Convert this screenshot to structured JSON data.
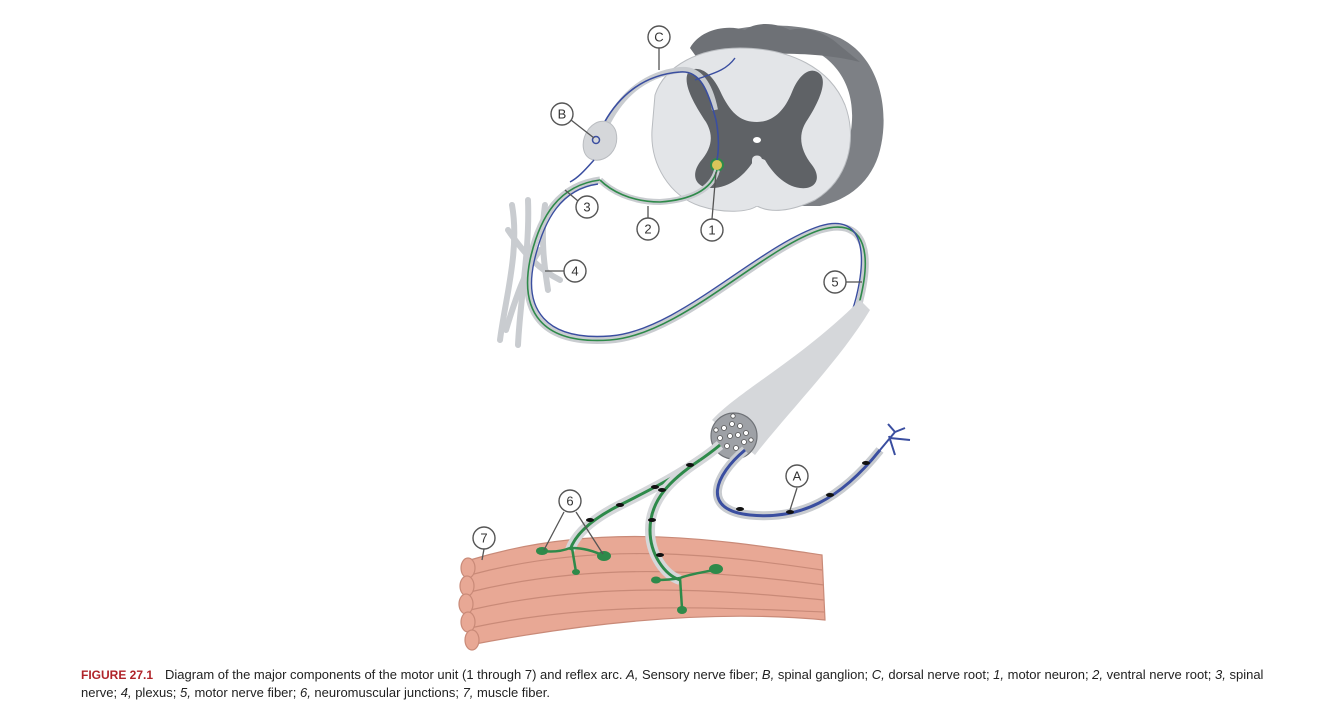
{
  "figure": {
    "label": "FIGURE 27.1",
    "caption_parts": [
      {
        "text": "Diagram of the major components of the motor unit (1 through 7) and reflex arc. ",
        "italic": false
      },
      {
        "text": "A,",
        "italic": true
      },
      {
        "text": " Sensory nerve fiber; ",
        "italic": false
      },
      {
        "text": "B,",
        "italic": true
      },
      {
        "text": " spinal ganglion; ",
        "italic": false
      },
      {
        "text": "C,",
        "italic": true
      },
      {
        "text": " dorsal nerve root; ",
        "italic": false
      },
      {
        "text": "1,",
        "italic": true
      },
      {
        "text": " motor neuron; ",
        "italic": false
      },
      {
        "text": "2,",
        "italic": true
      },
      {
        "text": " ventral nerve root; ",
        "italic": false
      },
      {
        "text": "3,",
        "italic": true
      },
      {
        "text": " spinal nerve; ",
        "italic": false
      },
      {
        "text": "4,",
        "italic": true
      },
      {
        "text": " plexus; ",
        "italic": false
      },
      {
        "text": "5,",
        "italic": true
      },
      {
        "text": " motor nerve fiber; ",
        "italic": false
      },
      {
        "text": "6,",
        "italic": true
      },
      {
        "text": " neuromuscular junctions; ",
        "italic": false
      },
      {
        "text": "7,",
        "italic": true
      },
      {
        "text": " muscle fiber.",
        "italic": false
      }
    ]
  },
  "callouts": {
    "a": "A",
    "b": "B",
    "c": "C",
    "n1": "1",
    "n2": "2",
    "n3": "3",
    "n4": "4",
    "n5": "5",
    "n6": "6",
    "n7": "7"
  },
  "colors": {
    "white_matter": "#8a8d91",
    "gray_matter": "#5f6266",
    "cord_light": "#e3e5e8",
    "motor_fiber": "#2e8a4a",
    "sensory_fiber": "#3a4ea0",
    "nerve_sheath": "#c9ccd0",
    "muscle": "#e8a895",
    "muscle_edge": "#c98a78"
  }
}
